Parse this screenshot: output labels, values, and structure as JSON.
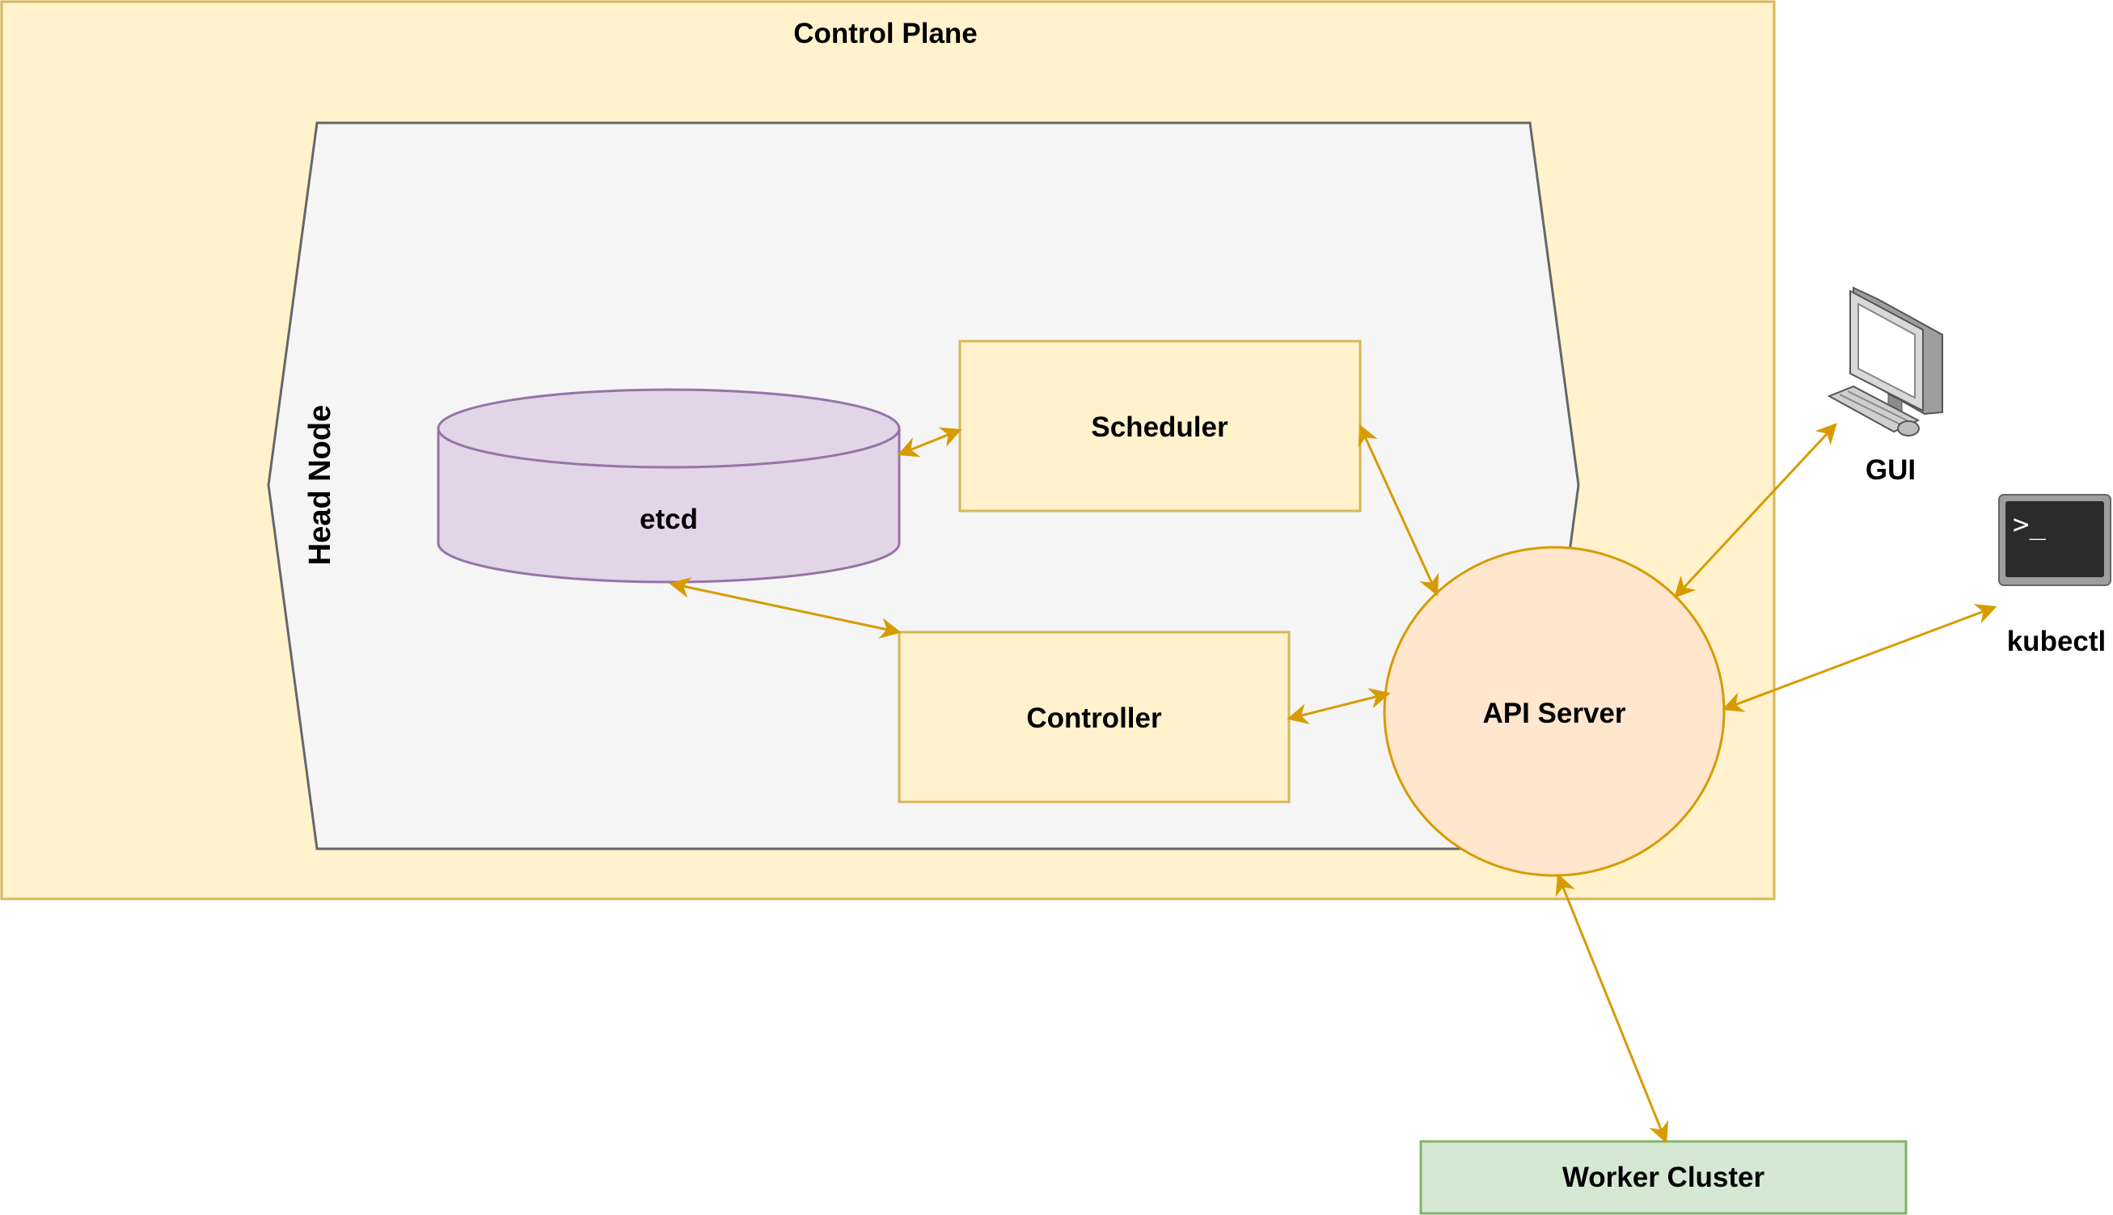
{
  "control_plane": {
    "label": "Control Plane"
  },
  "head_node": {
    "label": "Head Node"
  },
  "etcd": {
    "label": "etcd"
  },
  "scheduler": {
    "label": "Scheduler"
  },
  "controller": {
    "label": "Controller"
  },
  "api_server": {
    "label": "API Server"
  },
  "gui": {
    "label": "GUI",
    "icon": "desktop-computer-icon"
  },
  "kubectl": {
    "label": "kubectl",
    "icon": "terminal-icon",
    "prompt": ">_"
  },
  "worker_cluster": {
    "label": "Worker Cluster"
  },
  "colors": {
    "control_plane_fill": "#FFF2CC",
    "control_plane_stroke": "#D6B656",
    "head_node_fill": "#F5F5F5",
    "head_node_stroke": "#666666",
    "etcd_fill": "#E1D5E7",
    "etcd_stroke": "#9673A6",
    "scheduler_fill": "#FFF2CC",
    "scheduler_stroke": "#D6B656",
    "api_server_fill": "#FFE6CC",
    "api_server_stroke": "#D79B00",
    "worker_fill": "#D5E8D4",
    "worker_stroke": "#82B366",
    "connector": "#D79B00"
  }
}
